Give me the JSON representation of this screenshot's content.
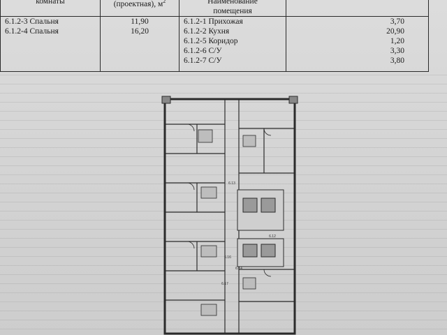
{
  "table": {
    "header": {
      "col1": "комнаты",
      "col2": "(проектная), м",
      "col2_sup": "2",
      "col3_line1": "Наименование",
      "col3_line2": "помещения"
    },
    "left_rooms": [
      {
        "name": "6.1.2-3 Спальня",
        "area": "11,90"
      },
      {
        "name": "6.1.2-4 Спальня",
        "area": "16,20"
      }
    ],
    "right_rooms": [
      {
        "name": "6.1.2-1 Прихожая",
        "area": "3,70"
      },
      {
        "name": "6.1.2-2 Кухня",
        "area": "20,90"
      },
      {
        "name": "6.1.2-5 Коридор",
        "area": "1,20"
      },
      {
        "name": "6.1.2-6 С/У",
        "area": "3,30"
      },
      {
        "name": "6.1.2-7 С/У",
        "area": "3,80"
      }
    ]
  },
  "plan": {
    "labels": [
      "6.13",
      "6.12",
      "6.16",
      "6.14",
      "6.17"
    ]
  }
}
